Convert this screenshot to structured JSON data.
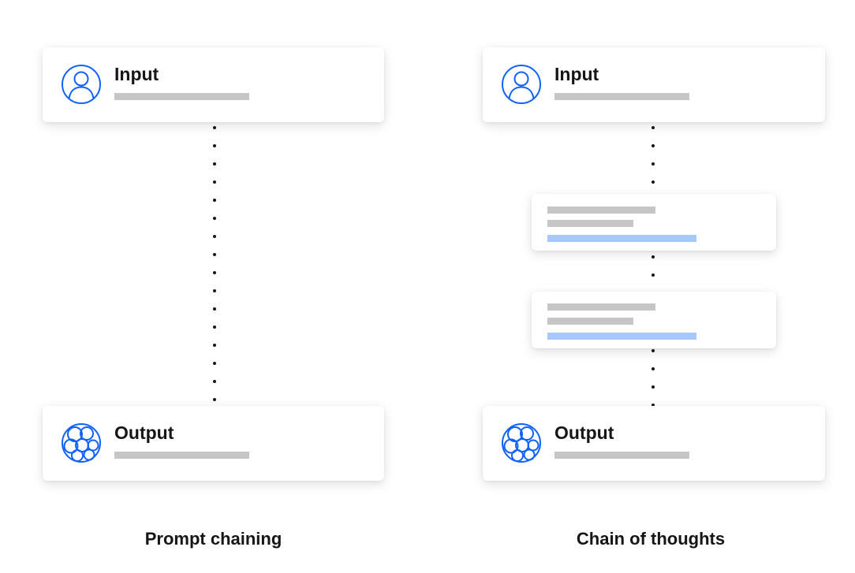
{
  "diagrams": {
    "prompt_chaining": {
      "caption": "Prompt chaining",
      "input": {
        "title": "Input",
        "icon": "user-icon"
      },
      "output": {
        "title": "Output",
        "icon": "bubbles-icon"
      }
    },
    "chain_of_thoughts": {
      "caption": "Chain of thoughts",
      "input": {
        "title": "Input",
        "icon": "user-icon"
      },
      "output": {
        "title": "Output",
        "icon": "bubbles-icon"
      }
    }
  },
  "colors": {
    "icon_blue": "#0f62fe",
    "placeholder_grey": "#c6c6c6",
    "placeholder_blue": "#a6c8ff"
  }
}
